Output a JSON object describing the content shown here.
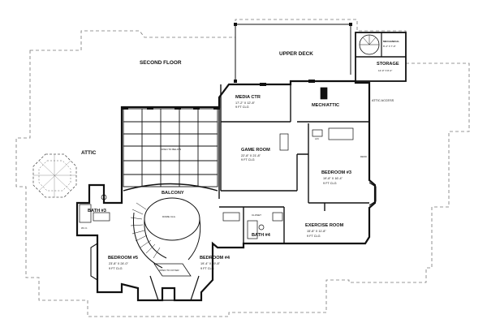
{
  "plan": {
    "floor_title": "SECOND FLOOR",
    "attic_left": "ATTIC",
    "attic_access": "ATTIC ACCESS",
    "rooms": {
      "upper_deck": {
        "name": "UPPER DECK"
      },
      "mechanical": {
        "name": "MECHANICAL",
        "dims": "8'-4\" X 7'-0\""
      },
      "storage": {
        "name": "STORAGE",
        "dims": "12'-0\" X 8'-4\""
      },
      "media_ctr": {
        "name": "MEDIA CTR",
        "dims": "17'-2\" X 12'-8\"",
        "clg": "9 FT CLG"
      },
      "mech_attic": {
        "name": "MECH/ATTIC"
      },
      "game_room": {
        "name": "GAME ROOM",
        "dims": "22'-8\" X 21'-8\"",
        "clg": "9 FT CLG"
      },
      "bedroom3": {
        "name": "BEDROOM #3",
        "dims": "19'-8\" X 16'-4\"",
        "clg": "9 FT CLG"
      },
      "balcony": {
        "name": "BALCONY"
      },
      "dome": {
        "name": "DOME CLG"
      },
      "bath3": {
        "name": "BATH #3"
      },
      "exercise": {
        "name": "EXERCISE ROOM",
        "dims": "15'-8\" X 11'-8\"",
        "clg": "9 FT CLG"
      },
      "bath4": {
        "name": "BATH #4"
      },
      "bedroom5": {
        "name": "BEDROOM #5",
        "dims": "23'-8\" X 24'-0\"",
        "clg": "9 FT CLG"
      },
      "bedroom4": {
        "name": "BEDROOM #4",
        "dims": "19'-4\" X 19'-8\"",
        "clg": "9 FT CLG"
      }
    },
    "small_notes": {
      "open_to_foyer": "OPEN TO FOYER",
      "open_to_below": "OPEN TO BELOW",
      "closet": "CLOSET",
      "wic": "W.I.C.",
      "desk": "DESK",
      "linen": "LIN"
    }
  }
}
